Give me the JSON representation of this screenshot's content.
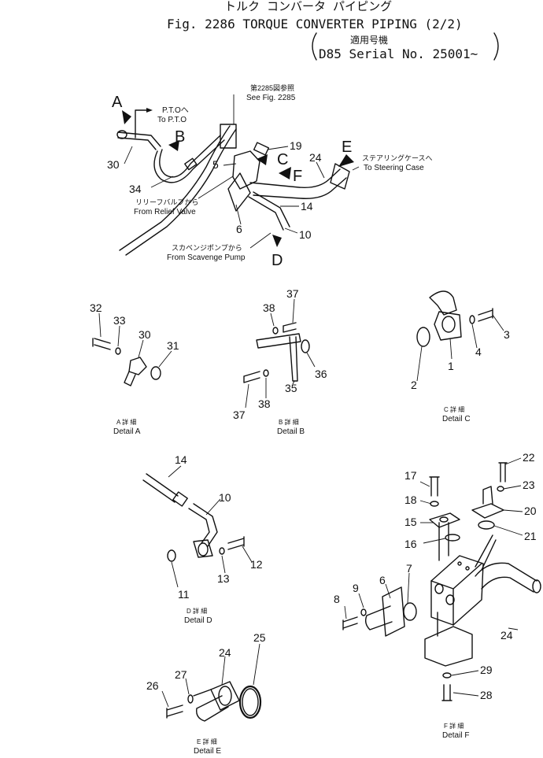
{
  "header": {
    "title_jp": "トルク コンバータ パイピング",
    "title_en": "Fig. 2286 TORQUE CONVERTER PIPING (2/2)",
    "serial_jp": "適用号機",
    "serial_en": "D85 Serial No. 25001~"
  },
  "callouts": {
    "fig_ref_jp": "第2285図参照",
    "fig_ref_en": "See Fig. 2285",
    "pto_jp": "P.T.Oへ",
    "pto_en": "To P.T.O",
    "steering_jp": "ステアリングケースへ",
    "steering_en": "To Steering Case",
    "relief_jp": "リリーフバルブから",
    "relief_en": "From Relief Valve",
    "scavenge_jp": "スカベンジポンプから",
    "scavenge_en": "From Scavenge Pump"
  },
  "view_letters": {
    "a": "A",
    "b": "B",
    "c": "C",
    "d": "D",
    "e": "E",
    "f": "F"
  },
  "part_numbers": {
    "p1": "1",
    "p2": "2",
    "p3": "3",
    "p4": "4",
    "p5": "5",
    "p6": "6",
    "p6f": "6",
    "p7": "7",
    "p8": "8",
    "p9": "9",
    "p10": "10",
    "p10d": "10",
    "p11": "11",
    "p12": "12",
    "p13": "13",
    "p14": "14",
    "p14d": "14",
    "p15": "15",
    "p16": "16",
    "p17": "17",
    "p18": "18",
    "p19": "19",
    "p20": "20",
    "p21": "21",
    "p22": "22",
    "p23": "23",
    "p24": "24",
    "p24e": "24",
    "p24f": "24",
    "p25": "25",
    "p26": "26",
    "p27": "27",
    "p28": "28",
    "p29": "29",
    "p30": "30",
    "p30a": "30",
    "p31": "31",
    "p32": "32",
    "p33": "33",
    "p34": "34",
    "p35": "35",
    "p36": "36",
    "p37a": "37",
    "p37b": "37",
    "p38a": "38",
    "p38b": "38"
  },
  "details": {
    "a_jp": "A 詳 細",
    "a_en": "Detail A",
    "b_jp": "B 詳 細",
    "b_en": "Detail B",
    "c_jp": "C 詳 細",
    "c_en": "Detail C",
    "d_jp": "D 詳 細",
    "d_en": "Detail D",
    "e_jp": "E 詳 細",
    "e_en": "Detail E",
    "f_jp": "F 詳 細",
    "f_en": "Detail F"
  }
}
